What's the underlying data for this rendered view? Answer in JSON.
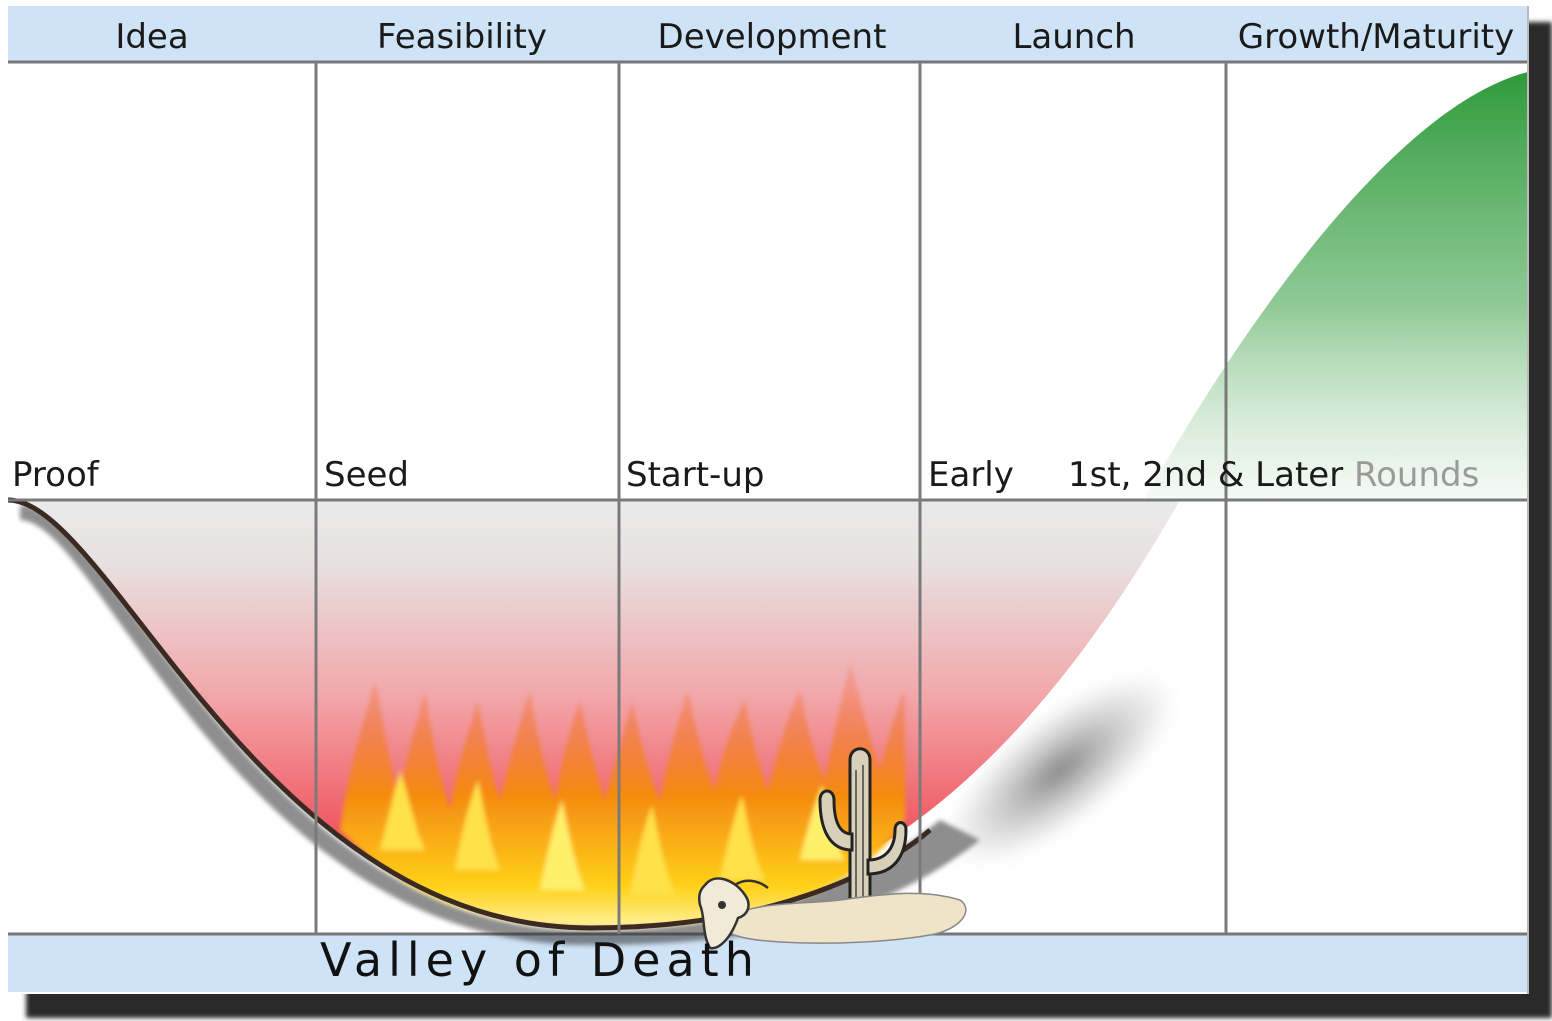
{
  "stages": [
    "Idea",
    "Feasibility",
    "Development",
    "Launch",
    "Growth/Maturity"
  ],
  "rounds": {
    "proof": "Proof",
    "seed": "Seed",
    "startup": "Start-up",
    "early": "Early",
    "later_dark": "1st, 2nd & Later",
    "later_light": "Rounds"
  },
  "valley_label": "Valley of Death",
  "colors": {
    "header_band": "#cfe3f7",
    "grid": "#777777",
    "valley_top": "#ebebeb",
    "valley_bottom": "#f0505a",
    "growth": "#2e9a3a",
    "fire": "#ffb000"
  },
  "icons": [
    "fire-icon",
    "cactus-icon",
    "skull-icon"
  ]
}
